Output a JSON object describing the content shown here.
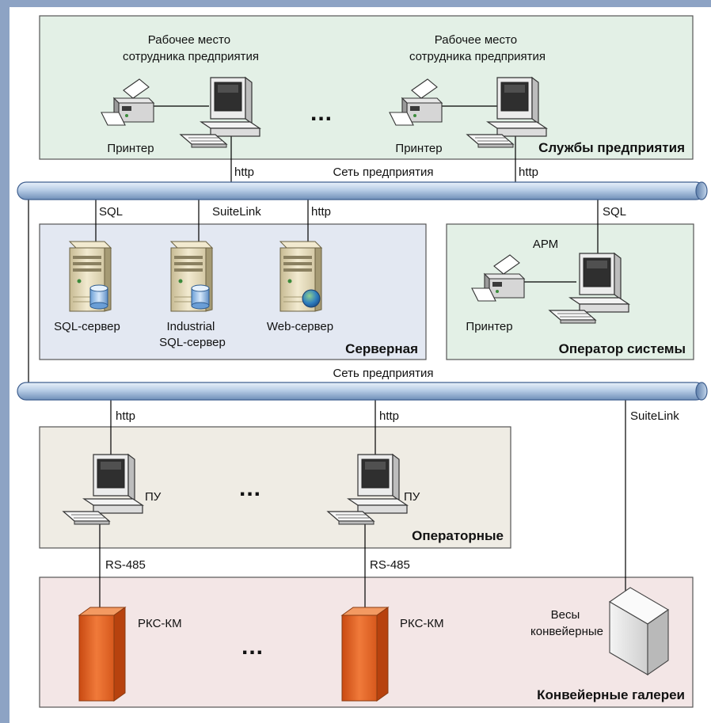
{
  "colors": {
    "frame": "#8da3c4",
    "services_zone": "#e3f0e6",
    "server_zone": "#e3e8f2",
    "operator_zone": "#e3f0e6",
    "operators_zone": "#efece4",
    "galleries_zone": "#f3e6e6",
    "network_bus": "#b9cde6",
    "plc_orange": "#e8611e"
  },
  "zones": {
    "services": "Службы предприятия",
    "server_room": "Серверная",
    "system_operator": "Оператор системы",
    "operators": "Операторные",
    "galleries": "Конвейерные галереи"
  },
  "networks": {
    "top": "Сеть предприятия",
    "bottom": "Сеть предприятия"
  },
  "workstations": {
    "ws1_title": "Рабочее место\nсотрудника предприятия",
    "ws2_title": "Рабочее место\nсотрудника предприятия",
    "printer1": "Принтер",
    "printer2": "Принтер",
    "ellipsis": "..."
  },
  "servers": {
    "sql": "SQL-сервер",
    "industrial": "Industrial\nSQL-сервер",
    "web": "Web-сервер"
  },
  "arm": {
    "title": "АРМ",
    "printer": "Принтер"
  },
  "operator_pcs": {
    "pc1": "ПУ",
    "pc2": "ПУ",
    "ellipsis": "..."
  },
  "field": {
    "plc1": "РКС-КМ",
    "plc2": "РКС-КМ",
    "ellipsis": "...",
    "scales": "Весы\nконвейерные"
  },
  "links": {
    "ws1": "http",
    "ws2": "http",
    "sql_server": "SQL",
    "industrial": "SuiteLink",
    "web": "http",
    "arm": "SQL",
    "pu1": "http",
    "pu2": "http",
    "scales": "SuiteLink",
    "rs485_1": "RS-485",
    "rs485_2": "RS-485"
  }
}
